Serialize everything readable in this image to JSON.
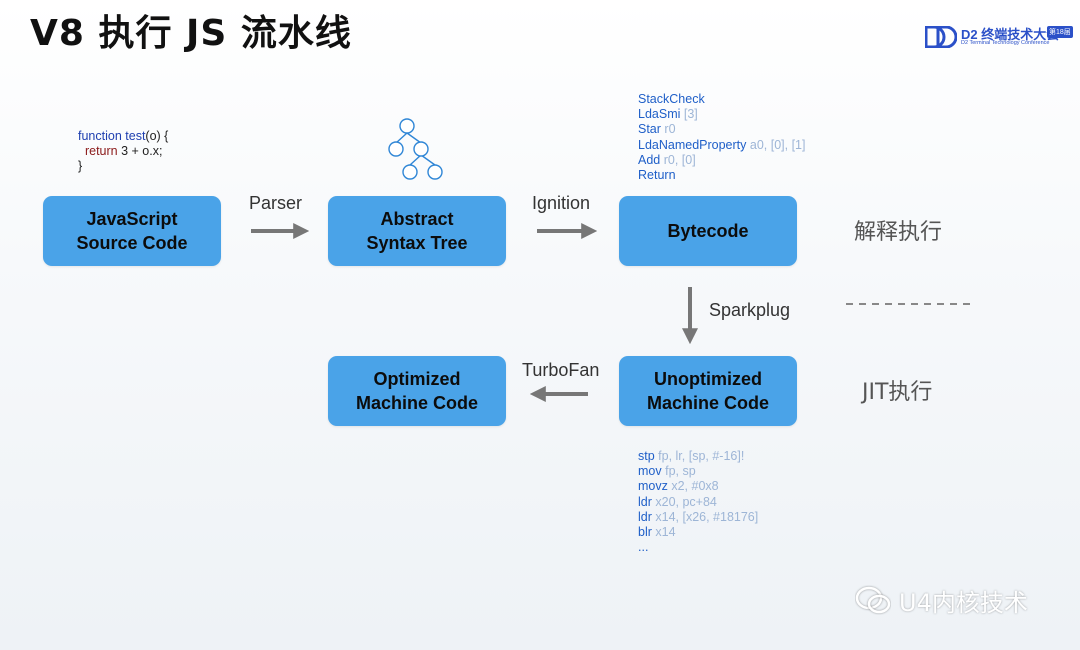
{
  "title": "V8 执行 JS 流水线",
  "logo": {
    "text": "D2 终端技术大会",
    "badge": "第18届",
    "subtitle": "D2 Terminal Technology Conference"
  },
  "source_code": {
    "line1_kw": "function",
    "line1_fn": "test",
    "line1_rest": "(o) {",
    "line2_kw": "return",
    "line2_rest": " 3 + o.x;",
    "line3": "}"
  },
  "boxes": {
    "js_line1": "JavaScript",
    "js_line2": "Source Code",
    "ast_line1": "Abstract",
    "ast_line2": "Syntax Tree",
    "bytecode": "Bytecode",
    "unopt_line1": "Unoptimized",
    "unopt_line2": "Machine Code",
    "opt_line1": "Optimized",
    "opt_line2": "Machine Code"
  },
  "arrows": {
    "parser": "Parser",
    "ignition": "Ignition",
    "sparkplug": "Sparkplug",
    "turbofan": "TurboFan"
  },
  "side_labels": {
    "interpret": "解释执行",
    "jit": "JIT执行"
  },
  "bytecode_listing": [
    {
      "op": "StackCheck",
      "args": ""
    },
    {
      "op": "LdaSmi",
      "args": " [3]"
    },
    {
      "op": "Star",
      "args": " r0"
    },
    {
      "op": "LdaNamedProperty",
      "args": " a0, [0], [1]"
    },
    {
      "op": "Add",
      "args": " r0, [0]"
    },
    {
      "op": "Return",
      "args": ""
    }
  ],
  "machine_listing": [
    {
      "op": "stp",
      "args": " fp, lr, [sp, #-16]!"
    },
    {
      "op": "mov",
      "args": " fp, sp"
    },
    {
      "op": "movz",
      "args": " x2, #0x8"
    },
    {
      "op": "ldr",
      "args": " x20, pc+84"
    },
    {
      "op": "ldr",
      "args": " x14, [x26, #18176]"
    },
    {
      "op": "blr",
      "args": " x14"
    },
    {
      "op": "...",
      "args": ""
    }
  ],
  "watermark": "U4内核技术",
  "colors": {
    "box": "#4aa3e8",
    "arrow": "#777777",
    "code_main": "#1f5fc8",
    "code_dim": "#9db5d6",
    "logo": "#2b50c8"
  }
}
